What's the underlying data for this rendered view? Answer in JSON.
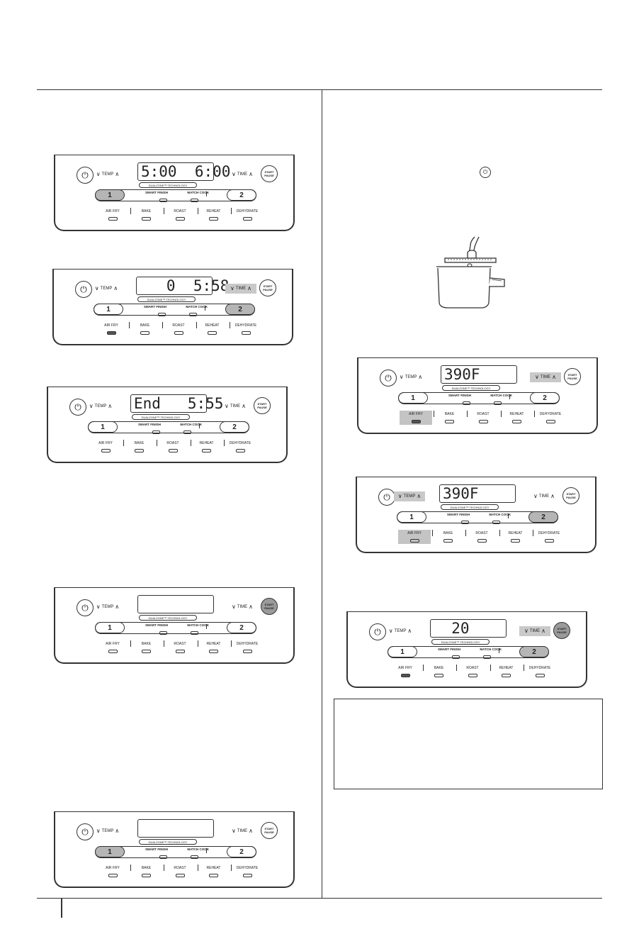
{
  "labels": {
    "temp": "TEMP",
    "time": "TIME",
    "zone1": "1",
    "zone2": "2",
    "smart_finish": "SMART FINISH",
    "match_cook": "MATCH COOK",
    "dualzone": "DUALZONE™ TECHNOLOGY",
    "start_pause": "START\nPAUSE",
    "power_glyph": "⏻",
    "chev_down": "∨",
    "chev_up": "∧",
    "functions": [
      "AIR FRY",
      "BAKE",
      "ROAST",
      "REHEAT",
      "DEHYDRATE"
    ]
  },
  "panels": [
    {
      "id": "left-1",
      "display": "5:00  6:00",
      "zone1_lit": true,
      "zone2_lit": false,
      "temp_lit": false,
      "time_lit": false,
      "fn_lit": null,
      "led_on": null,
      "start_lit": false
    },
    {
      "id": "left-2",
      "display": "   0  5:58",
      "zone1_lit": false,
      "zone2_lit": true,
      "temp_lit": false,
      "time_lit": true,
      "fn_lit": null,
      "led_on": 0,
      "start_lit": false
    },
    {
      "id": "left-3",
      "display": "End   5:55",
      "zone1_lit": false,
      "zone2_lit": false,
      "temp_lit": false,
      "time_lit": false,
      "fn_lit": null,
      "led_on": null,
      "start_lit": false
    },
    {
      "id": "left-4",
      "display": "",
      "zone1_lit": false,
      "zone2_lit": false,
      "temp_lit": false,
      "time_lit": false,
      "fn_lit": null,
      "led_on": null,
      "start_lit": true
    },
    {
      "id": "left-5",
      "display": "",
      "zone1_lit": true,
      "zone2_lit": false,
      "temp_lit": false,
      "time_lit": false,
      "fn_lit": null,
      "led_on": null,
      "start_lit": false
    },
    {
      "id": "right-1",
      "display": "390F",
      "zone1_lit": false,
      "zone2_lit": false,
      "temp_lit": false,
      "time_lit": true,
      "fn_lit": 0,
      "led_on": 0,
      "start_lit": false
    },
    {
      "id": "right-2",
      "display": "390F",
      "zone1_lit": false,
      "zone2_lit": true,
      "temp_lit": true,
      "time_lit": false,
      "fn_lit": 0,
      "led_on": null,
      "start_lit": false
    },
    {
      "id": "right-3",
      "display": "  20",
      "zone1_lit": false,
      "zone2_lit": true,
      "temp_lit": false,
      "time_lit": true,
      "fn_lit": null,
      "led_on": 0,
      "start_lit": true
    }
  ]
}
